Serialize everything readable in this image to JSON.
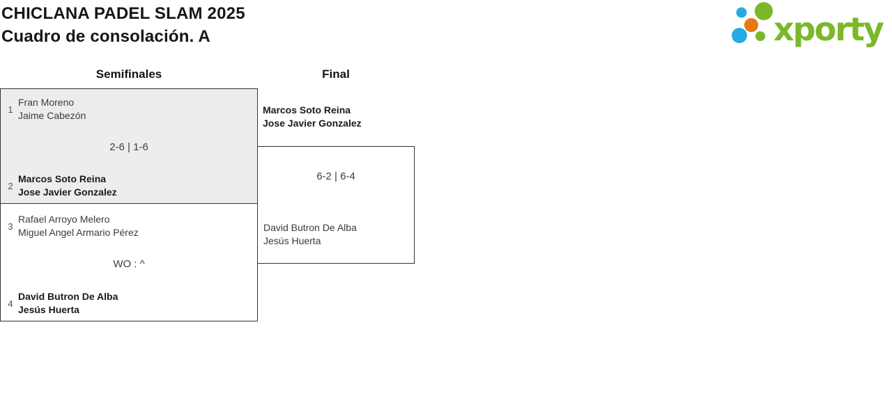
{
  "header": {
    "title": "CHICLANA PADEL SLAM 2025",
    "subtitle": "Cuadro de consolación. A"
  },
  "logo": {
    "brand": "xporty",
    "colors": {
      "green": "#7ab829",
      "blue": "#29a9e1",
      "orange": "#e87811"
    }
  },
  "rounds": {
    "semifinals_label": "Semifinales",
    "final_label": "Final"
  },
  "colors": {
    "highlighted_match_bg": "#ededed",
    "box_border": "#333333",
    "winner_text": "#1a1a1a",
    "normal_text": "#3b3b3b"
  },
  "matches": {
    "semifinal1": {
      "seed_top": "1",
      "top_player1": "Fran Moreno",
      "top_player2": "Jaime Cabezón",
      "score": "2-6 | 1-6",
      "seed_bottom": "2",
      "bottom_player1": "Marcos Soto Reina",
      "bottom_player2": "Jose Javier Gonzalez"
    },
    "semifinal2": {
      "seed_top": "3",
      "top_player1": "Rafael Arroyo Melero",
      "top_player2": "Miguel Angel Armario Pérez",
      "score": "WO : ^",
      "seed_bottom": "4",
      "bottom_player1": "David Butron De Alba",
      "bottom_player2": "Jesús Huerta"
    },
    "final": {
      "top_player1": "Marcos Soto Reina",
      "top_player2": "Jose Javier Gonzalez",
      "score": "6-2 | 6-4",
      "bottom_player1": "David Butron De Alba",
      "bottom_player2": "Jesús Huerta"
    }
  }
}
